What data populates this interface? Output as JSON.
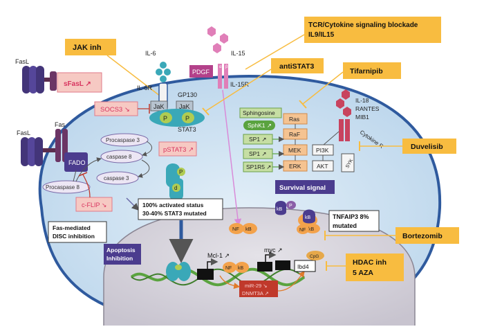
{
  "drugs": {
    "jak_inh": "JAK inh",
    "tcr_blockade": [
      "TCR/Cytokine signaling blockade",
      "IL9/IL15"
    ],
    "antistat3": "antiSTAT3",
    "tifarnipib": "Tifarnipib",
    "duvelisib": "Duvelisib",
    "bortezomib": "Bortezomib",
    "hdac": [
      "HDAC inh",
      "5 AZA"
    ]
  },
  "ligands": {
    "fasl_1": "FasL",
    "fasl_2": "FasL",
    "fas": "Fas",
    "il6": "IL-6",
    "il15": "IL-15",
    "il15r": "IL-15R",
    "il6r": "IL-6R",
    "gp130": "GP130",
    "il18_group": [
      "IL-18",
      "RANTES",
      "MIB1"
    ],
    "cytokine_r": "Cytokine R"
  },
  "boxes": {
    "sfasl": "sFasL ↗",
    "socs3": "SOCS3 ↘",
    "pdgf": "PDGF",
    "pstat3": "pSTAT3 ↗",
    "cflip": "c-FLIP ↘",
    "fado": "FADO",
    "jak": "JaK",
    "p": "P",
    "d": "d",
    "stat3": "STAT3",
    "apoptosis": [
      "Apoptosis",
      "Inhibition"
    ],
    "fas_disc": [
      "Fas-mediated",
      "DISC inhibition"
    ],
    "activated": [
      "100% activated status",
      "30-40% STAT3 mutated"
    ],
    "tnfaip3": [
      "TNFAIP3 8%",
      "mutated"
    ],
    "survival": "Survival signal"
  },
  "caspase": [
    "Procaspase 3",
    "caspase 8",
    "caspase 3",
    "Procaspase 8"
  ],
  "pathway": {
    "sphingosine": "Sphingosine",
    "sphk1": "SphK1 ↗",
    "sp1a": "SP1 ↗",
    "sp1b": "SP1 ↗",
    "sp1r5": "SP1R5 ↗",
    "ras": "Ras",
    "raf": "RaF",
    "mek": "MEK",
    "erk": "ERK",
    "pi3k": "PI3K",
    "akt": "AKT",
    "syk": "SYK"
  },
  "nfkb": {
    "kb": "kB",
    "p": "P",
    "nf": "NF",
    "kb2": "kB",
    "nf2": "NF",
    "kb3": "kB"
  },
  "nucleus": {
    "mcl1": "Mcl-1 ↗",
    "myc": "myc ↗",
    "mir29": "miR-29 ↘",
    "dnmt3a": "DNMT3A ↗",
    "ibd4": "Ibd4",
    "cpg": "CpG"
  },
  "colors": {
    "cell_fill": "#cfe4f3",
    "cell_border": "#2f5a9e",
    "nucleus_fill": "#d9d6de",
    "drug_box": "#f8bc40",
    "pink_box": "#f6c9c3",
    "purple_box": "#4b3c8e",
    "green_box": "#c6dea3",
    "orange_box": "#f5c391",
    "nfkb_orange": "#f3a24b",
    "dna_green": "#5aa33f"
  }
}
